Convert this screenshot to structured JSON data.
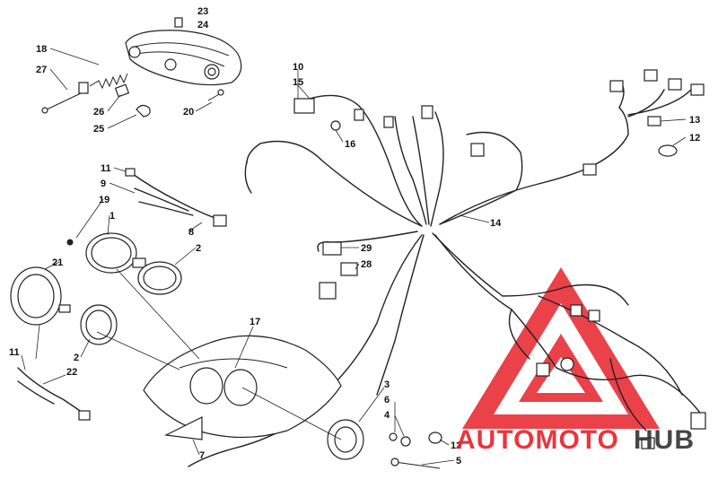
{
  "callouts": [
    {
      "id": "c23",
      "label": "23"
    },
    {
      "id": "c24",
      "label": "24"
    },
    {
      "id": "c18",
      "label": "18"
    },
    {
      "id": "c27",
      "label": "27"
    },
    {
      "id": "c26",
      "label": "26"
    },
    {
      "id": "c25",
      "label": "25"
    },
    {
      "id": "c20",
      "label": "20"
    },
    {
      "id": "c10",
      "label": "10"
    },
    {
      "id": "c15",
      "label": "15"
    },
    {
      "id": "c16",
      "label": "16"
    },
    {
      "id": "c13",
      "label": "13"
    },
    {
      "id": "c12a",
      "label": "12"
    },
    {
      "id": "c11a",
      "label": "11"
    },
    {
      "id": "c9",
      "label": "9"
    },
    {
      "id": "c19",
      "label": "19"
    },
    {
      "id": "c1",
      "label": "1"
    },
    {
      "id": "c8",
      "label": "8"
    },
    {
      "id": "c2a",
      "label": "2"
    },
    {
      "id": "c14",
      "label": "14"
    },
    {
      "id": "c29",
      "label": "29"
    },
    {
      "id": "c28",
      "label": "28"
    },
    {
      "id": "c21",
      "label": "21"
    },
    {
      "id": "c17",
      "label": "17"
    },
    {
      "id": "c11b",
      "label": "11"
    },
    {
      "id": "c2b",
      "label": "2"
    },
    {
      "id": "c22",
      "label": "22"
    },
    {
      "id": "c3",
      "label": "3"
    },
    {
      "id": "c6",
      "label": "6"
    },
    {
      "id": "c4",
      "label": "4"
    },
    {
      "id": "c12b",
      "label": "12"
    },
    {
      "id": "c5",
      "label": "5"
    },
    {
      "id": "c7",
      "label": "7"
    }
  ],
  "watermark": {
    "part1": "AUTOMOTO",
    "part2": "HUB",
    "accent_color": "#e8202a",
    "dark_color": "#333333"
  }
}
